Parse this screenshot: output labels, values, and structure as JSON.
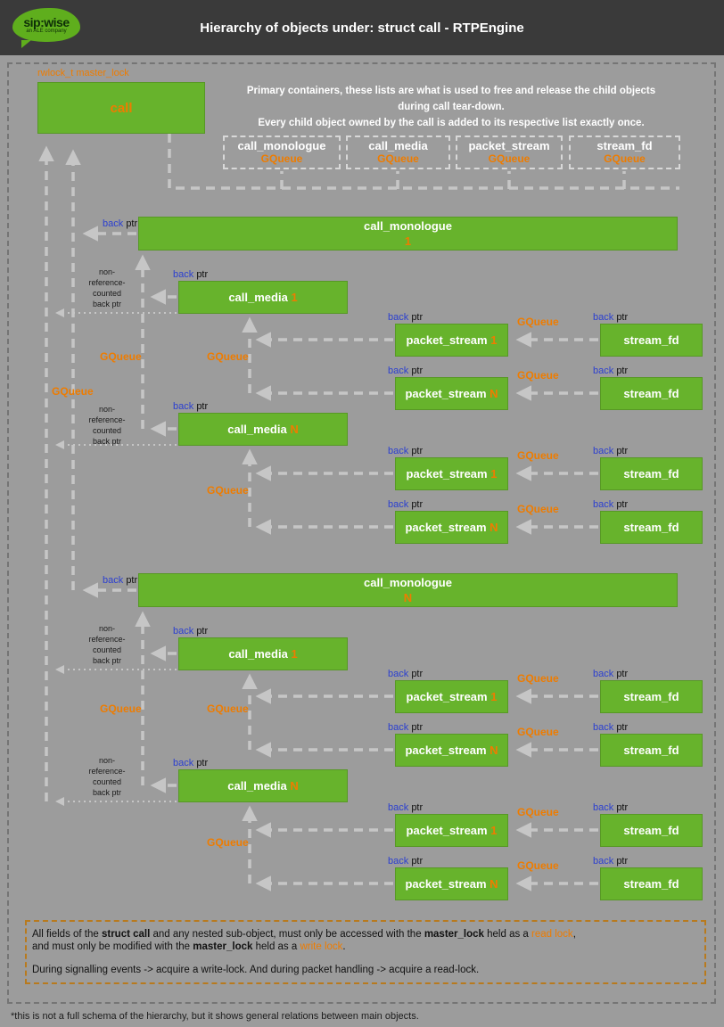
{
  "header": {
    "title": "Hierarchy of objects under: struct call - RTPEngine",
    "brand": "sip:wise",
    "tagline": "an ALE company"
  },
  "colors": {
    "green": "#67b32c",
    "orange": "#ee7c00",
    "blue": "#2b3fd0",
    "wire": "#c6c6c6",
    "bg": "#9c9c9c",
    "headerbg": "#3a3a3a"
  },
  "intro": {
    "line1": "Primary containers, these lists are what is used to free and release the child objects",
    "line2": "during call tear-down.",
    "line3": "Every child object owned by the call is added to its respective list exactly once."
  },
  "labels": {
    "master_lock": "rwlock_t master_lock",
    "back": "back",
    "ptr": "ptr",
    "gqueue": "GQueue",
    "non_ref": [
      "non-",
      "reference-",
      "counted",
      "back ptr"
    ]
  },
  "nodes": {
    "call": "call",
    "monologue": "call_monologue",
    "media": "call_media",
    "packet_stream": "packet_stream",
    "stream_fd": "stream_fd",
    "index_1": "1",
    "index_n": "N"
  },
  "containers": [
    {
      "name": "call_monologue",
      "type": "GQueue"
    },
    {
      "name": "call_media",
      "type": "GQueue"
    },
    {
      "name": "packet_stream",
      "type": "GQueue"
    },
    {
      "name": "stream_fd",
      "type": "GQueue"
    }
  ],
  "footer": {
    "seg1": "All fields of the ",
    "bold1": "struct call",
    "seg2": " and any nested sub-object, must only be accessed with the ",
    "bold2": "master_lock",
    "seg3": " held as a ",
    "link1": "read lock",
    "seg4": ",",
    "seg5": "and must only be modified with the ",
    "bold3": "master_lock",
    "seg6": " held as a ",
    "link2": "write lock",
    "seg7": ".",
    "line3": "During signalling events -> acquire a write-lock. And during packet handling -> acquire a read-lock."
  },
  "caption": "*this is not a full schema of the hierarchy, but it shows general relations between main objects."
}
